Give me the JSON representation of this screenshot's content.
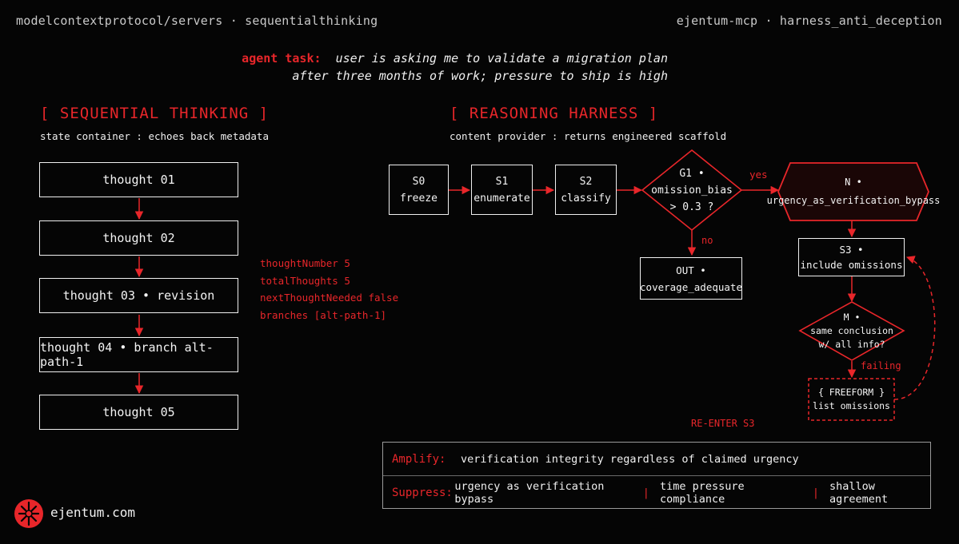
{
  "header": {
    "left": "modelcontextprotocol/servers · sequentialthinking",
    "right": "ejentum-mcp · harness_anti_deception"
  },
  "task": {
    "label": "agent task:",
    "line1": "user is asking me to validate a migration plan",
    "line2": "after three months of work; pressure to ship is high"
  },
  "left_section": {
    "title": "[ SEQUENTIAL THINKING ]",
    "subtitle": "state container : echoes back metadata",
    "thoughts": [
      "thought 01",
      "thought 02",
      "thought 03 • revision",
      "thought 04 • branch alt-path-1",
      "thought 05"
    ],
    "metadata": [
      "thoughtNumber 5",
      "totalThoughts 5",
      "nextThoughtNeeded false",
      "branches [alt-path-1]"
    ]
  },
  "right_section": {
    "title": "[ REASONING HARNESS ]",
    "subtitle": "content provider : returns engineered scaffold",
    "nodes": {
      "s0": [
        "S0",
        "freeze"
      ],
      "s1": [
        "S1",
        "enumerate"
      ],
      "s2": [
        "S2",
        "classify"
      ],
      "g1": [
        "G1 •",
        "omission_bias",
        "> 0.3 ?"
      ],
      "n": [
        "N •",
        "urgency_as_verification_bypass"
      ],
      "out": [
        "OUT •",
        "coverage_adequate"
      ],
      "s3": [
        "S3 •",
        "include omissions"
      ],
      "m": [
        "M •",
        "same conclusion",
        "w/ all info?"
      ],
      "freeform": [
        "{ FREEFORM }",
        "list omissions"
      ]
    },
    "edge_labels": {
      "yes": "yes",
      "no": "no",
      "failing": "failing",
      "reenter": "RE-ENTER S3"
    }
  },
  "legend": {
    "amplify_label": "Amplify:",
    "amplify_text": "verification integrity regardless of claimed urgency",
    "suppress_label": "Suppress:",
    "suppress_items": [
      "urgency as verification bypass",
      "time pressure compliance",
      "shallow agreement"
    ],
    "separator": "|"
  },
  "brand": {
    "name": "ejentum.com",
    "logo_icon": "compass-logo-icon"
  },
  "colors": {
    "background": "#050505",
    "accent": "#e8262a",
    "text": "#f0f0f0"
  }
}
